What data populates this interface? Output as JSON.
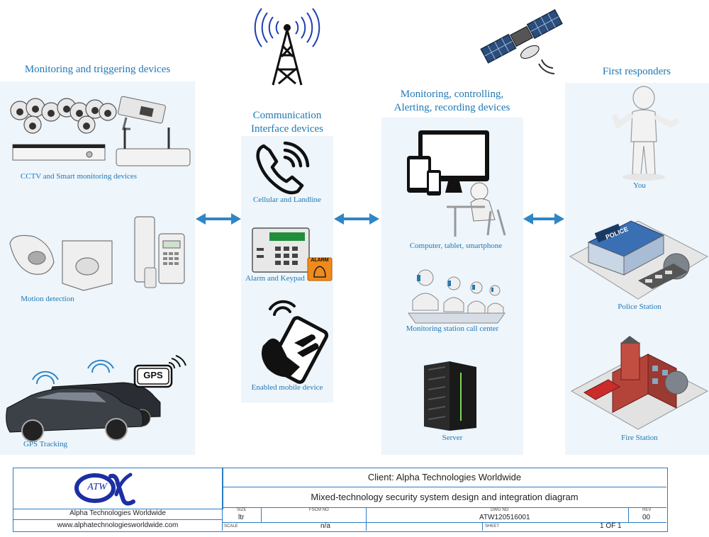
{
  "sections": {
    "monitoring": {
      "title": "Monitoring and triggering devices",
      "items": [
        {
          "label": "CCTV and Smart monitoring devices"
        },
        {
          "label": "Motion detection"
        },
        {
          "label": "GPS Tracking",
          "badge": "GPS"
        }
      ]
    },
    "communication": {
      "title_line1": "Communication",
      "title_line2": "Interface devices",
      "items": [
        {
          "label": "Cellular and Landline"
        },
        {
          "label": "Alarm and Keypad",
          "badge": "ALARM"
        },
        {
          "label": "Enabled mobile device"
        }
      ]
    },
    "control": {
      "title_line1": "Monitoring, controlling,",
      "title_line2": "Alerting, recording devices",
      "items": [
        {
          "label": "Computer, tablet, smartphone"
        },
        {
          "label": "Monitoring station call center"
        },
        {
          "label": "Server"
        }
      ]
    },
    "responders": {
      "title": "First responders",
      "items": [
        {
          "label": "You"
        },
        {
          "label": "Police Station",
          "sign": "POLICE"
        },
        {
          "label": "Fire Station"
        }
      ]
    }
  },
  "colors": {
    "accent": "#1f78b4",
    "panel": "#eef5fb",
    "border": "#2a7cc4",
    "arrow": "#2f86c6"
  },
  "title_block": {
    "logo_text": "ATW",
    "company": "Alpha Technologies Worldwide",
    "website": "www.alphatechnologiesworldwide.com",
    "client": "Client: Alpha Technologies Worldwide",
    "drawing_title": "Mixed-technology security system design and integration diagram",
    "size_label": "SIZE",
    "size_value": "ltr",
    "fscm_label": "FSCM NO",
    "dwg_label": "DWG NO",
    "dwg_value": "ATW120516001",
    "rev_label": "REV",
    "rev_value": "00",
    "scale_label": "SCALE",
    "scale_value": "n/a",
    "sheet_label": "SHEET",
    "sheet_value": "1 OF 1"
  }
}
